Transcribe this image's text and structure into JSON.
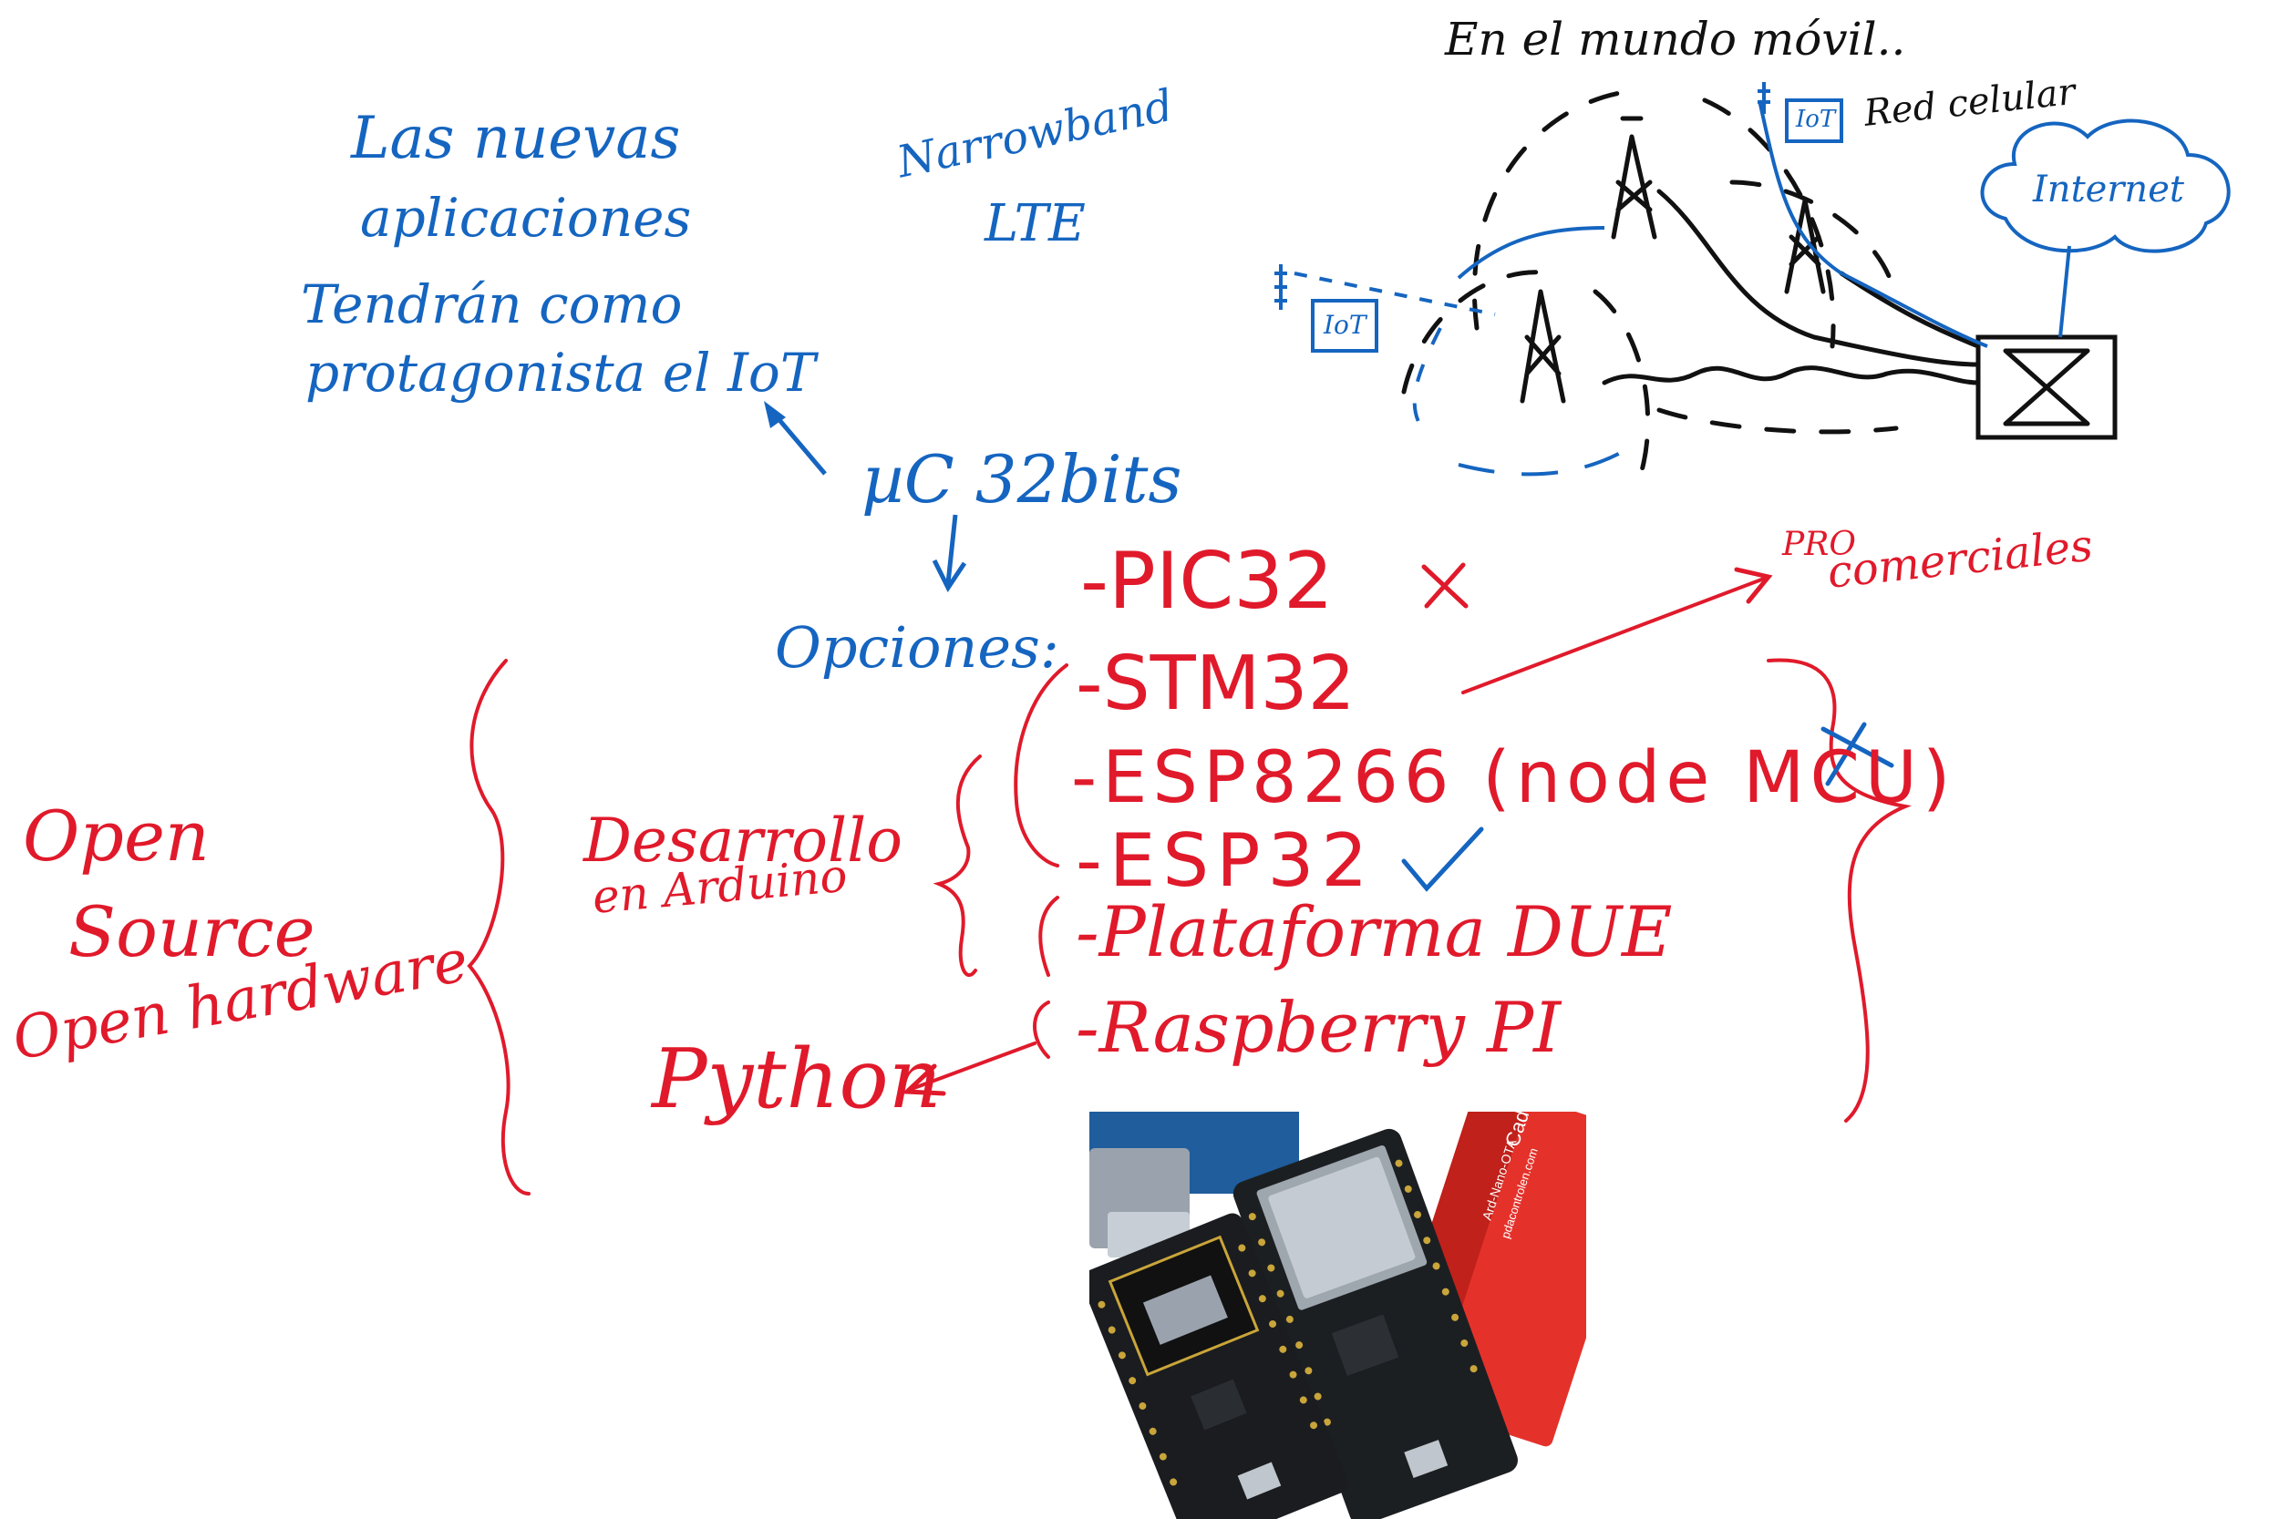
{
  "colors": {
    "blue_ink": "#1565c0",
    "red_ink": "#e01a2b",
    "black_ink": "#111111",
    "background": "#ffffff"
  },
  "blue_notes": {
    "line1": "Las nuevas",
    "line2": "aplicaciones",
    "line3": "Tendrán como",
    "line4": "protagonista el IoT",
    "narrowband": "Narrowband",
    "lte": "LTE",
    "mc32": "µC 32bits",
    "opciones": "Opciones:"
  },
  "mobile_diagram": {
    "title": "En el mundo móvil..",
    "red_celular": "Red celular",
    "internet": "Internet",
    "iot_top": "IoT",
    "iot_left": "IoT"
  },
  "options_list": {
    "pic32": "-PIC32",
    "stm32": "-STM32",
    "esp8266": "-ESP8266 (node MCU)",
    "esp32": "-ESP32",
    "plataforma_due": "-Plataforma DUE",
    "raspberry": "-Raspberry PI"
  },
  "red_notes": {
    "pro_comerciales_1": "PRO",
    "pro_comerciales_2": "comerciales",
    "desarrollo_1": "Desarrollo",
    "desarrollo_2": "en Arduino",
    "open": "Open",
    "source": "Source",
    "open_hardware": "Open hardware",
    "python": "Python"
  },
  "photo": {
    "board_label_1": "Ard-Nano-OTA",
    "board_label_2": "pdacontrolen.com",
    "board_label_brand": "Cad"
  }
}
